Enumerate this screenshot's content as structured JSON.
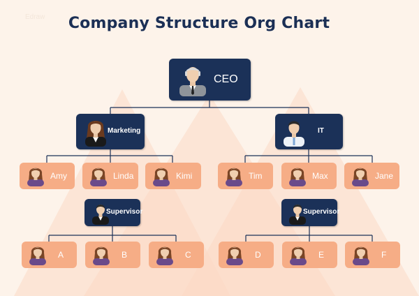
{
  "title": "Company Structure Org Chart",
  "watermark": "Edraw",
  "colors": {
    "background": "#fdf3ea",
    "exec_box": "#1b3158",
    "staff_box": "#f6ad86",
    "connector": "#1b3158",
    "triangle": "#fbd9c4"
  },
  "nodes": {
    "ceo": {
      "label": "CEO",
      "icon": "male-executive-avatar-icon"
    },
    "marketing": {
      "label": "Marketing",
      "icon": "female-manager-avatar-icon"
    },
    "it": {
      "label": "IT",
      "icon": "male-manager-avatar-icon"
    },
    "supervisor_left": {
      "label": "Supervisor",
      "icon": "male-supervisor-avatar-icon"
    },
    "supervisor_right": {
      "label": "Supervisor",
      "icon": "male-supervisor-avatar-icon"
    },
    "staff": [
      {
        "label": "Amy",
        "icon": "female-avatar-icon"
      },
      {
        "label": "Linda",
        "icon": "female-avatar-icon"
      },
      {
        "label": "Kimi",
        "icon": "female-avatar-icon"
      },
      {
        "label": "Tim",
        "icon": "female-avatar-icon"
      },
      {
        "label": "Max",
        "icon": "female-avatar-icon"
      },
      {
        "label": "Jane",
        "icon": "female-avatar-icon"
      },
      {
        "label": "A",
        "icon": "female-avatar-icon"
      },
      {
        "label": "B",
        "icon": "female-avatar-icon"
      },
      {
        "label": "C",
        "icon": "female-avatar-icon"
      },
      {
        "label": "D",
        "icon": "female-avatar-icon"
      },
      {
        "label": "E",
        "icon": "female-avatar-icon"
      },
      {
        "label": "F",
        "icon": "female-avatar-icon"
      }
    ]
  }
}
